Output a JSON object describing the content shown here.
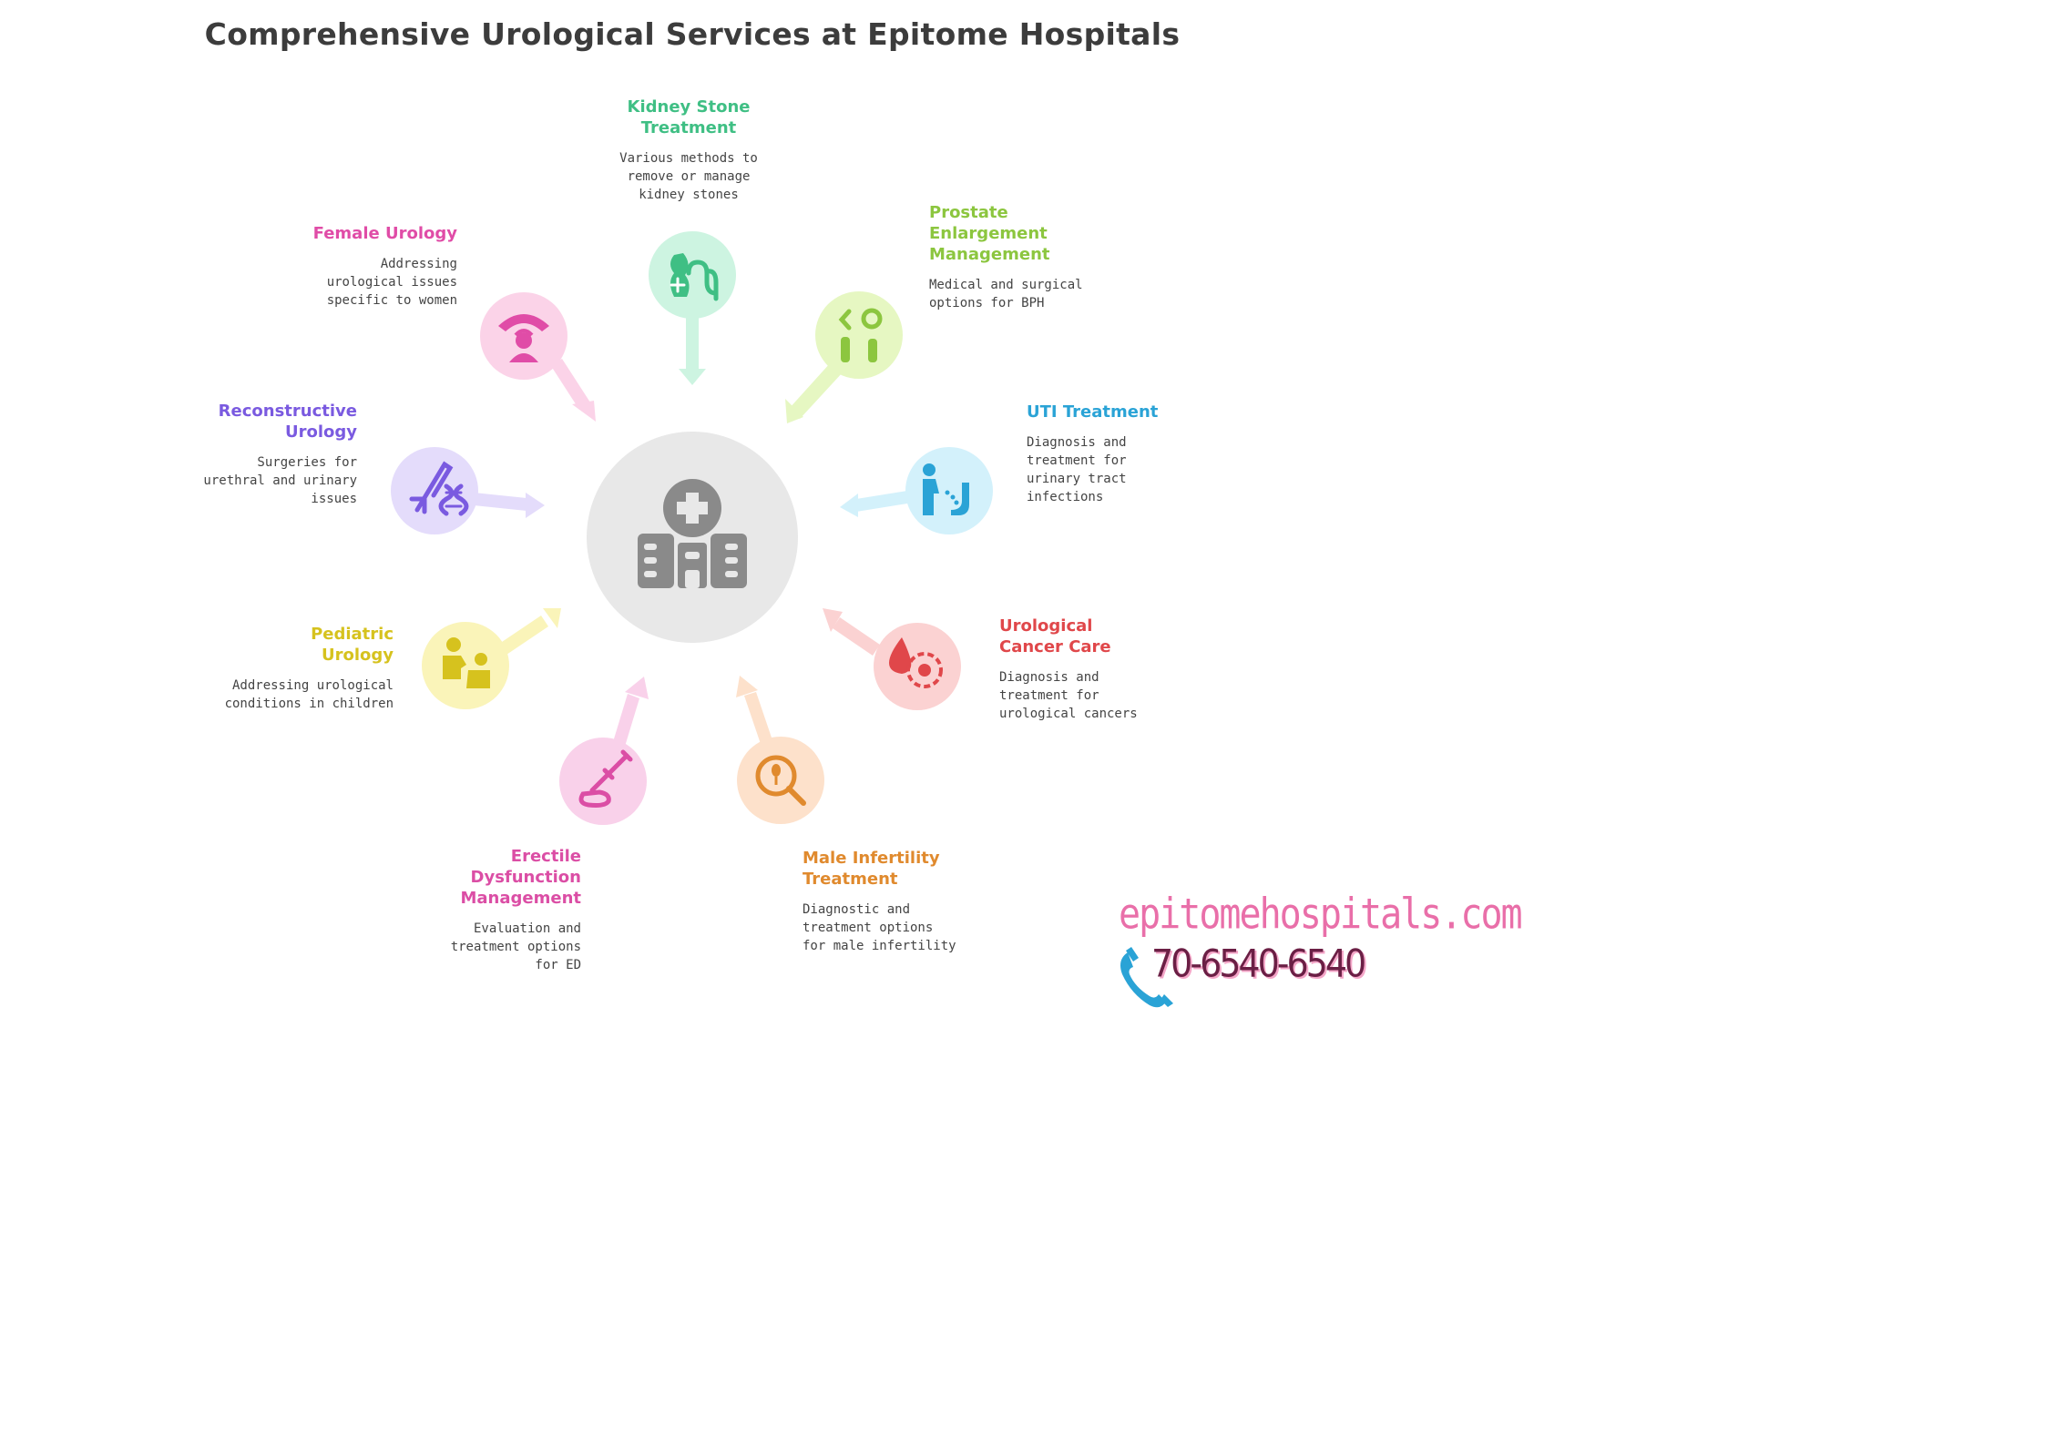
{
  "title": "Comprehensive Urological Services at Epitome Hospitals",
  "colors": {
    "center_circle": "#e8e8e8",
    "center_icon": "#8a8a8a",
    "kidney": "#3fbf84",
    "prostate": "#8cc63f",
    "uti": "#2aa3d6",
    "cancer": "#e0474a",
    "infertility": "#e08a2e",
    "erectile": "#db4ea5",
    "pediatric": "#d6c21e",
    "reconstructive": "#7a5ae0",
    "female": "#e04ca7",
    "website": "#e96fa9",
    "phone": "#6b1f45"
  },
  "center_icon": "hospital-icon",
  "services": [
    {
      "key": "kidney",
      "title": "Kidney Stone\nTreatment",
      "description": "Various methods to\nremove or manage\nkidney stones",
      "icon": "kidney-stethoscope-icon"
    },
    {
      "key": "prostate",
      "title": "Prostate\nEnlargement\nManagement",
      "description": "Medical and surgical\noptions for BPH",
      "icon": "surgical-instruments-icon"
    },
    {
      "key": "uti",
      "title": "UTI Treatment",
      "description": "Diagnosis and\ntreatment for\nurinary tract\ninfections",
      "icon": "urinating-person-icon"
    },
    {
      "key": "cancer",
      "title": "Urological\nCancer Care",
      "description": "Diagnosis and\ntreatment for\nurological cancers",
      "icon": "blood-drop-cell-icon"
    },
    {
      "key": "infertility",
      "title": "Male Infertility\nTreatment",
      "description": "Diagnostic and\ntreatment options\nfor male infertility",
      "icon": "magnifier-sperm-icon"
    },
    {
      "key": "erectile",
      "title": "Erectile\nDysfunction\nManagement",
      "description": "Evaluation and\ntreatment options\nfor ED",
      "icon": "syringe-icon"
    },
    {
      "key": "pediatric",
      "title": "Pediatric\nUrology",
      "description": "Addressing urological\nconditions in children",
      "icon": "parent-child-icon"
    },
    {
      "key": "reconstructive",
      "title": "Reconstructive\nUrology",
      "description": "Surgeries for\nurethral and urinary\nissues",
      "icon": "dna-surgery-icon"
    },
    {
      "key": "female",
      "title": "Female Urology",
      "description": "Addressing\nurological issues\nspecific to women",
      "icon": "female-doctor-icon"
    }
  ],
  "footer": {
    "website": "epitomehospitals.com",
    "phone": "70-6540-6540",
    "phone_icon": "phone-icon"
  }
}
